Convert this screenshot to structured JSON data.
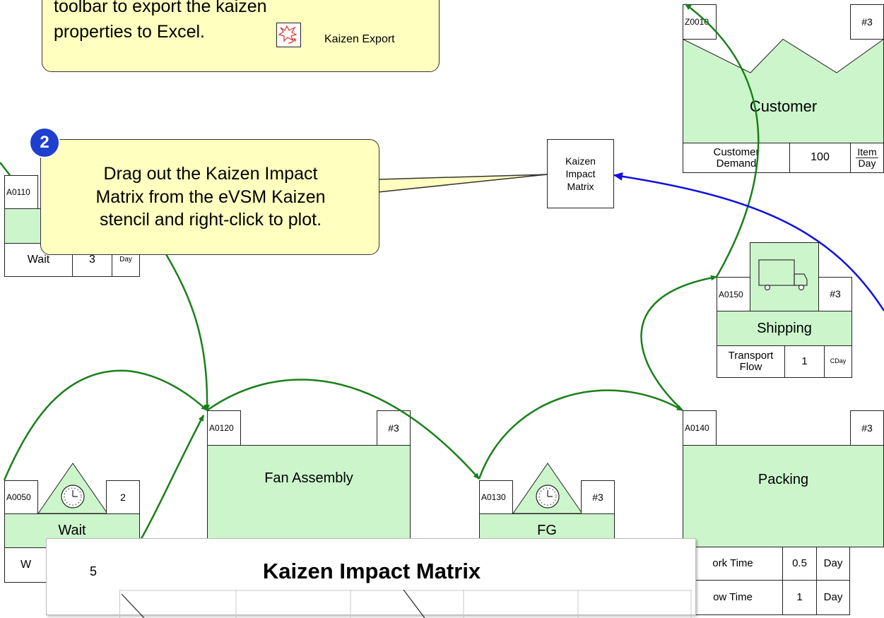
{
  "callout1": {
    "line1": "toolbar to export the kaizen",
    "line2": "properties to Excel.",
    "button_label": "Kaizen Export"
  },
  "callout2": {
    "step": "2",
    "text_line1": "Drag out the Kaizen Impact",
    "text_line2": "Matrix from the eVSM Kaizen",
    "text_line3": "stencil and right-click to plot."
  },
  "kim_box": {
    "line1": "Kaizen",
    "line2": "Impact",
    "line3": "Matrix"
  },
  "customer": {
    "id": "Z0010",
    "badge": "#3",
    "label": "Customer",
    "row_label_1": "Customer",
    "row_label_2": "Demand",
    "value": "100",
    "unit_num": "Item",
    "unit_den": "Day"
  },
  "a0110": {
    "id": "A0110",
    "row_label": "Wait",
    "value": "3",
    "unit": "Day"
  },
  "a0150": {
    "id": "A0150",
    "badge": "#3",
    "label": "Shipping",
    "row_label_1": "Transport",
    "row_label_2": "Flow",
    "value": "1",
    "unit": "CDay"
  },
  "a0050": {
    "id": "A0050",
    "badge": "2",
    "label": "Wait",
    "row_label": "W"
  },
  "a0120": {
    "id": "A0120",
    "badge": "#3",
    "label": "Fan Assembly"
  },
  "a0130": {
    "id": "A0130",
    "badge": "#3",
    "label": "FG"
  },
  "a0140": {
    "id": "A0140",
    "badge": "#3",
    "label": "Packing",
    "row1_label": "ork Time",
    "row1_value": "0.5",
    "row1_unit": "Day",
    "row2_label": "ow Time",
    "row2_value": "1",
    "row2_unit": "Day"
  },
  "matrix": {
    "title": "Kaizen Impact Matrix",
    "y_tick": "5"
  },
  "colors": {
    "process_fill": "#ccf5cc",
    "callout_fill": "#ffffc0",
    "flow_green": "#1a7f1a",
    "flow_blue": "#1010e0",
    "badge_blue": "#1f3fcf"
  },
  "icons": [
    "kaizen-burst-icon",
    "clock-icon",
    "truck-icon"
  ]
}
